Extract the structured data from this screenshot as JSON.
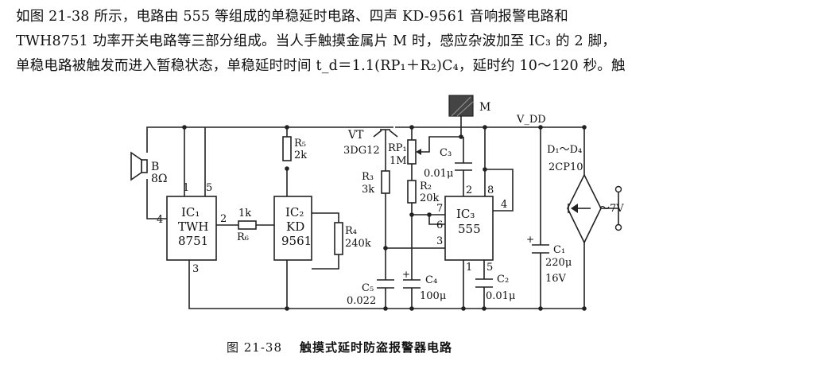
{
  "text": {
    "line1": "如图 21-38 所示，电路由 555 等组成的单稳延时电路、四声 KD-9561 音响报警电路和",
    "line2": "TWH8751 功率开关电路等三部分组成。当人手触摸金属片 M 时，感应杂波加至 IC₃ 的 2 脚，",
    "line3": "单稳电路被触发而进入暂稳状态，单稳延时时间 t_d＝1.1(RP₁＋R₂)C₄，延时约 10～120 秒。触"
  },
  "caption": {
    "number": "图 21-38",
    "title": "触摸式延时防盗报警器电路"
  },
  "labels": {
    "M": "M",
    "VDD": "V_DD",
    "VT": "VT",
    "VT_model": "3DG12",
    "RP1": "RP₁",
    "RP1_val": "1M",
    "R3": "R₃",
    "R3_val": "3k",
    "R2": "R₂",
    "R2_val": "20k",
    "R5": "R₅",
    "R5_val": "2k",
    "R4": "R₄",
    "R4_val": "240k",
    "R6": "R₆",
    "R6_val": "1k",
    "C3": "C₃",
    "C3_val": "0.01μ",
    "C4": "C₄",
    "C4_val": "100μ",
    "C5": "C₅",
    "C5_val": "0.022",
    "C2": "C₂",
    "C2_val": "0.01μ",
    "C1": "C₁",
    "C1_val": "220μ",
    "C1_volt": "16V",
    "B": "B",
    "B_val": "8Ω",
    "D": "D₁～D₄",
    "D_model": "2CP10",
    "ac": "～7V",
    "IC1": "IC₁",
    "IC1_name": "TWH",
    "IC1_model": "8751",
    "IC2": "IC₂",
    "IC2_name": "KD",
    "IC2_model": "9561",
    "IC3": "IC₃",
    "IC3_model": "555",
    "pin1": "1",
    "pin2": "2",
    "pin3": "3",
    "pin4": "4",
    "pin5": "5",
    "pin6": "6",
    "pin7": "7",
    "pin8": "8",
    "plus": "+"
  }
}
